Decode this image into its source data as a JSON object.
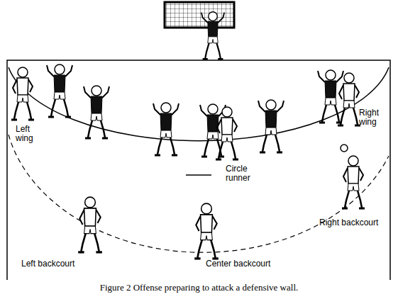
{
  "diagram": {
    "caption": "Figure 2 Offense preparing to attack a defensive wall.",
    "labels": [
      "Left wing",
      "Right wing",
      "Circle runner",
      "Right backcourt",
      "Left backcourt",
      "Center backcourt"
    ]
  }
}
